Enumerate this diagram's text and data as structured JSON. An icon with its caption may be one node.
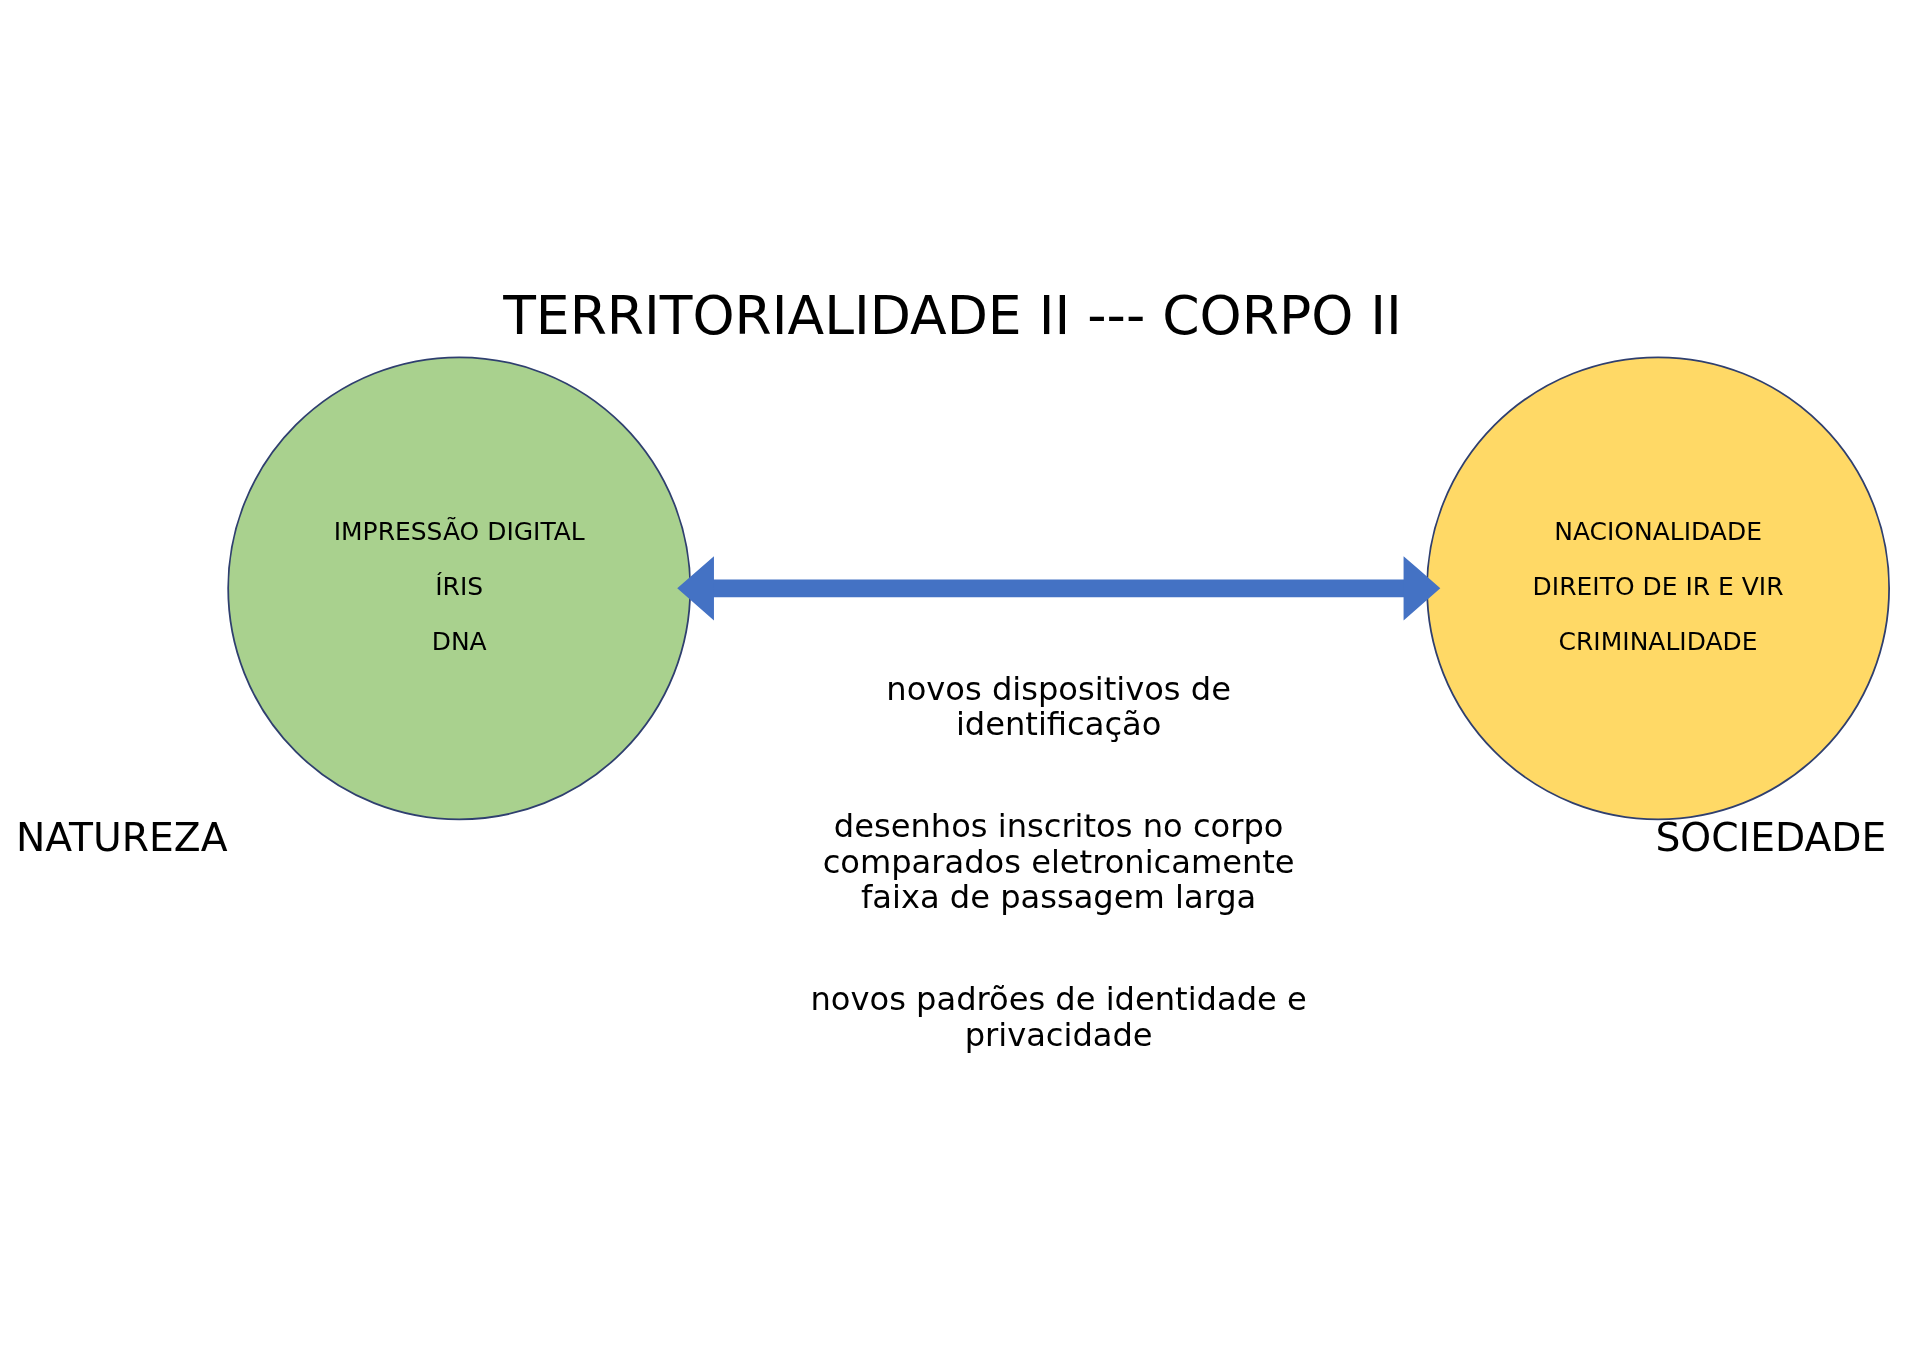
{
  "diagram": {
    "title": "TERRITORIALIDADE II --- CORPO II",
    "nodes": [
      {
        "text": [
          "IMPRESSÃO DIGITAL",
          "ÍRIS",
          "DNA"
        ],
        "beside": [
          "NATUREZA"
        ]
      },
      {
        "text": [
          "NACIONALIDADE",
          "DIREITO DE IR E VIR",
          "CRIMINALIDADE"
        ],
        "beside": [
          "SOCIEDADE"
        ]
      }
    ],
    "edges": [
      {
        "from": 0,
        "to": 1,
        "arrow": "both",
        "color": "#4472c4"
      }
    ],
    "labels": [
      "novos dispositivos de identificação",
      "desenhos inscritos no corpo comparados eletronicamente faixa de passagem larga",
      "novos padrões de identidade e privacidade"
    ]
  }
}
